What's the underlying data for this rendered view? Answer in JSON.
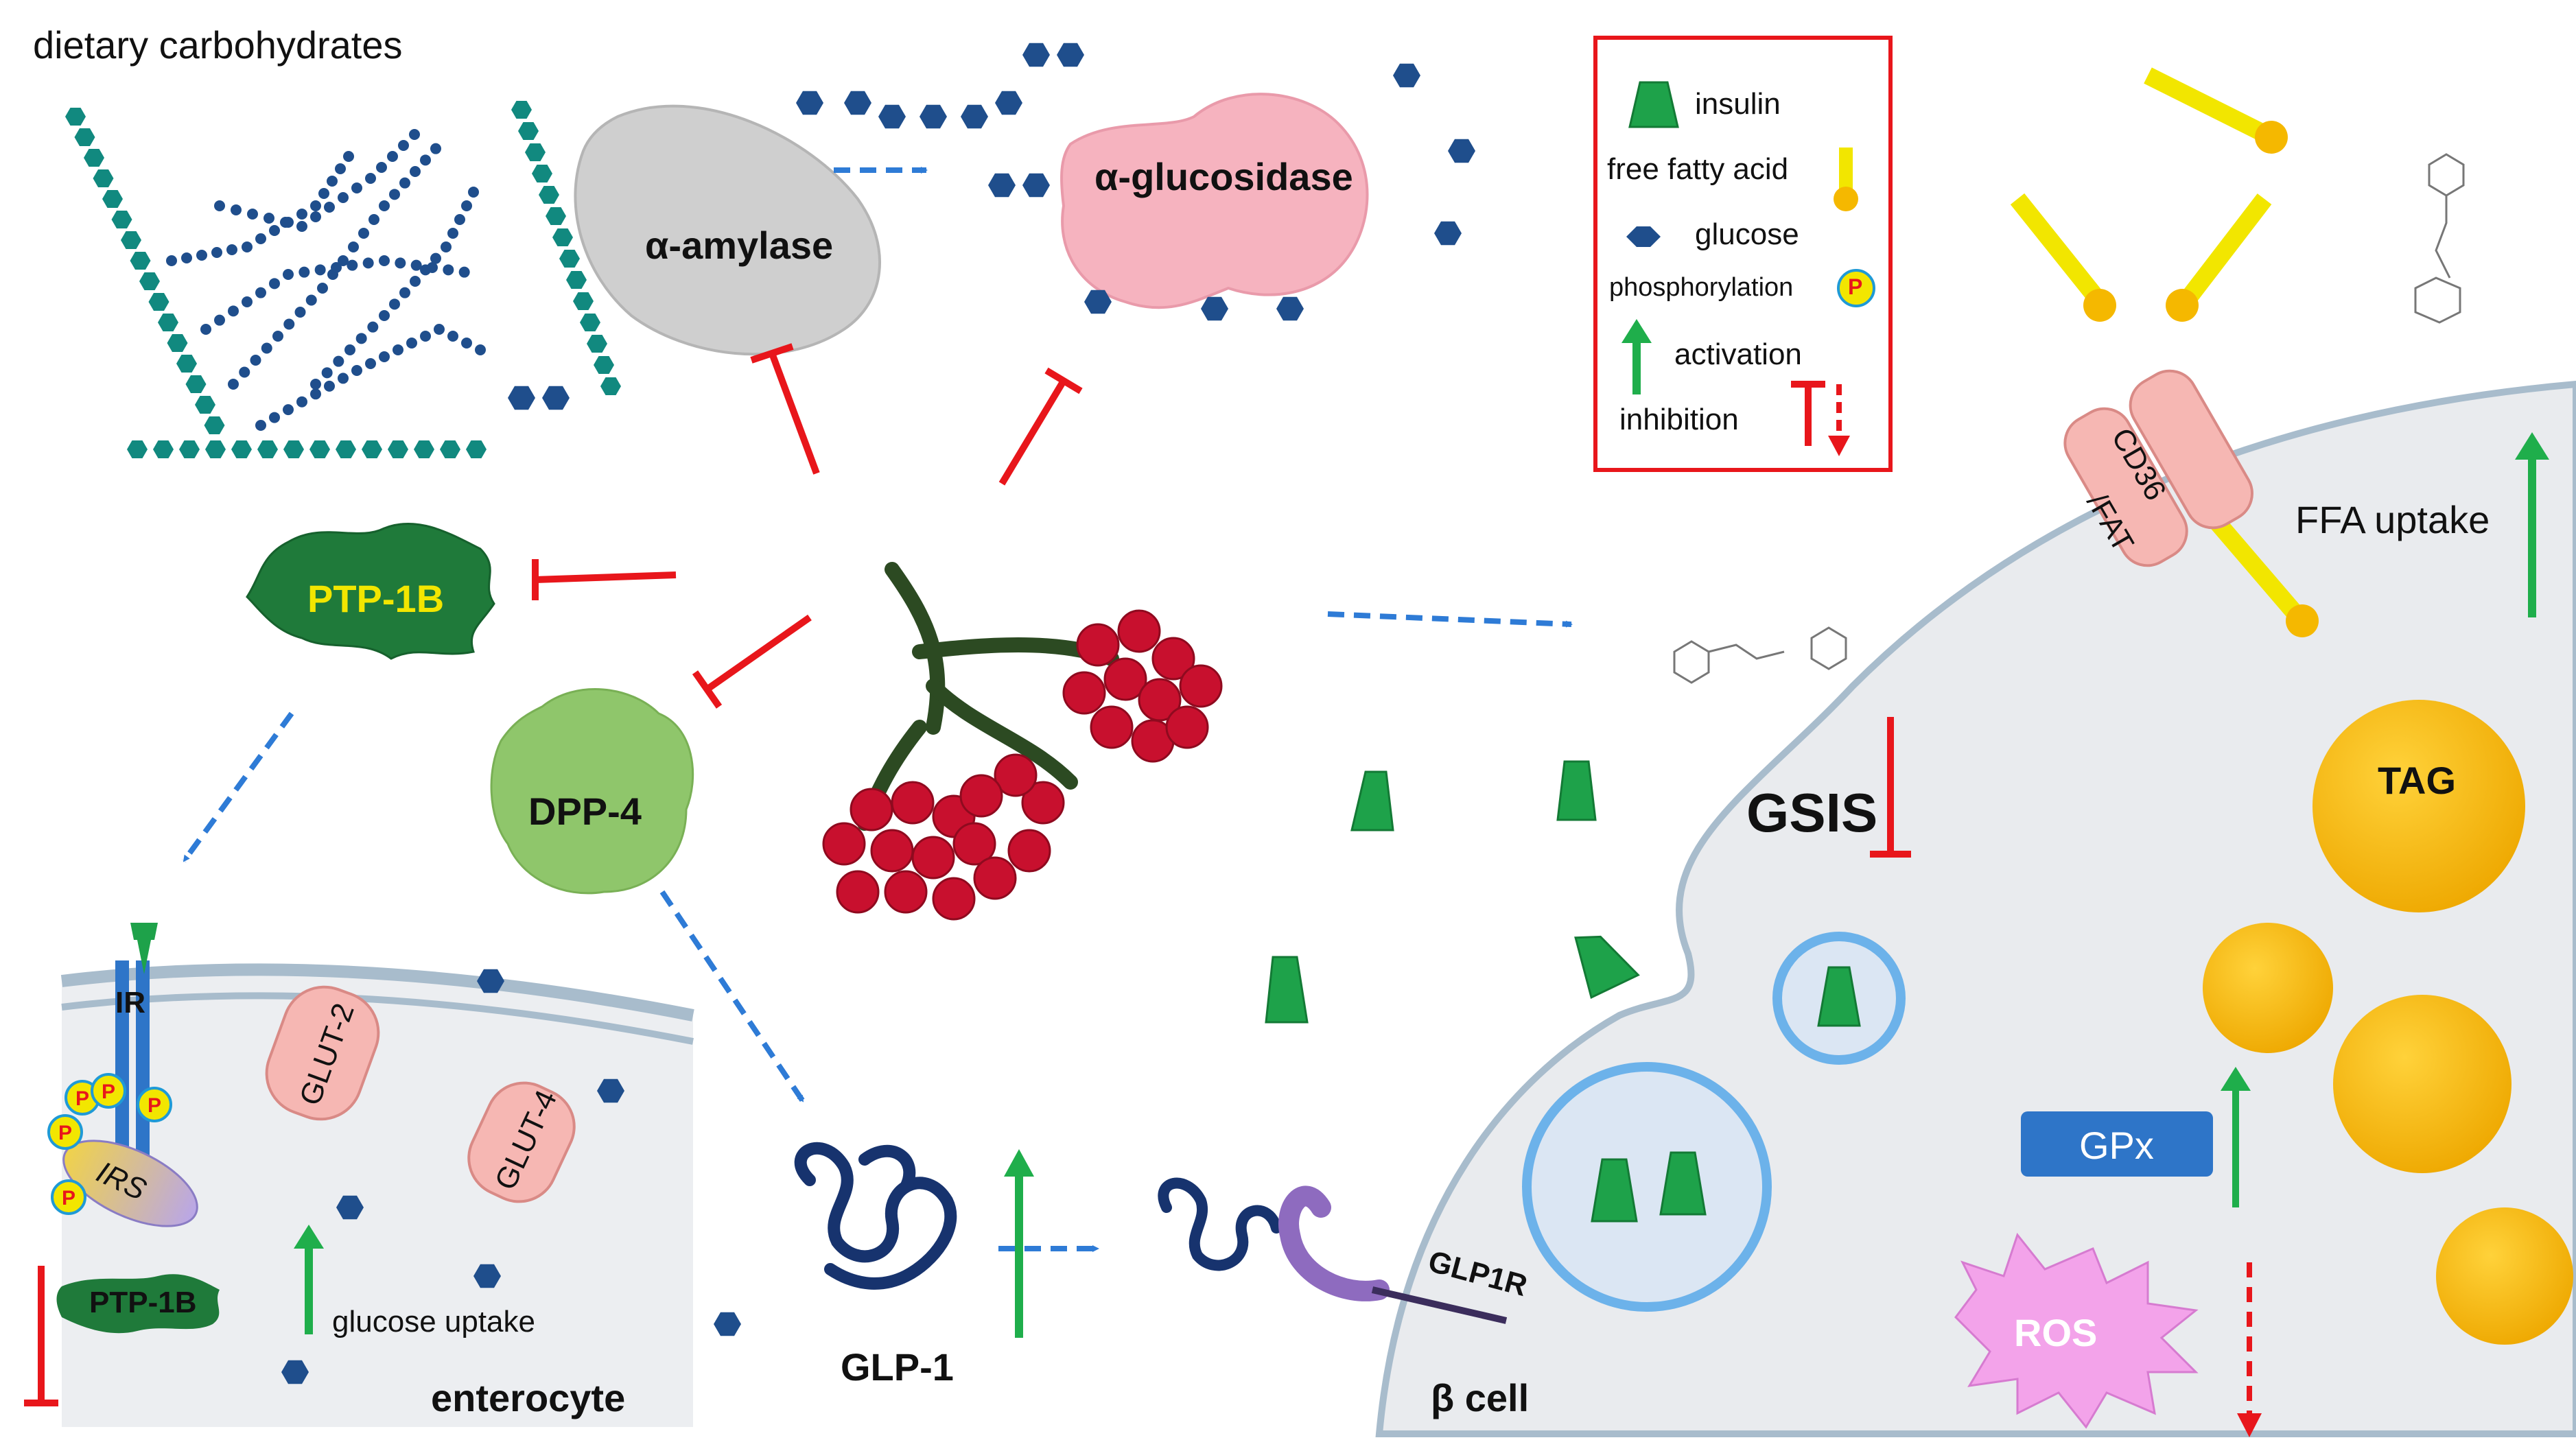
{
  "labels": {
    "dietary": "dietary carbohydrates",
    "amylase": "α-amylase",
    "glucosidase": "α-glucosidase",
    "ptp1b": "PTP-1B",
    "dpp4": "DPP-4",
    "ir": "IR",
    "irs": "IRS",
    "glut2": "GLUT-2",
    "glut4": "GLUT-4",
    "ptp1b_cell": "PTP-1B",
    "glucose_uptake": "glucose uptake",
    "enterocyte": "enterocyte",
    "glp1": "GLP-1",
    "glp1r": "GLP1R",
    "beta_cell": "β cell",
    "gsis": "GSIS",
    "cd36": "CD36",
    "fat": "/FAT",
    "ffa_uptake": "FFA uptake",
    "tag": "TAG",
    "gpx": "GPx",
    "ros": "ROS",
    "phospho": "P"
  },
  "legend": {
    "insulin": "insulin",
    "ffa": "free fatty acid",
    "glucose": "glucose",
    "phosphorylation": "phosphorylation",
    "activation": "activation",
    "inhibition": "inhibition"
  },
  "colors": {
    "inhibition": "#e8161b",
    "activation": "#1fae4b",
    "flow": "#2e7bd6",
    "glucose": "#1f4e8c",
    "starch": "#11897f",
    "insulin": "#1ea24a",
    "ffa": "#f2e600",
    "tag": "#f5b800",
    "amylase": "#cfcfcf",
    "glucosidase": "#f6b3bf",
    "ptp1b": "#1f7a3a",
    "dpp4": "#8fc66b",
    "glut": "#f6b7b3",
    "cell": "#e9ebee",
    "membrane": "#a8bccc",
    "ros": "#f3a3ea",
    "gpx": "#2e75c8",
    "berry": "#c8102e"
  }
}
